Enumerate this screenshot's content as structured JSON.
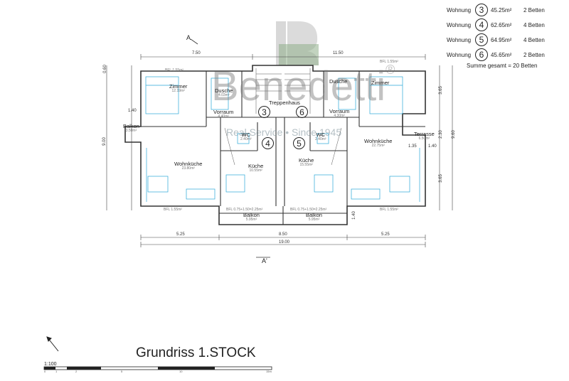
{
  "legend": [
    {
      "label": "Wohnung",
      "number": "3",
      "area": "45.25m²",
      "beds": "2 Betten"
    },
    {
      "label": "Wohnung",
      "number": "4",
      "area": "62.65m²",
      "beds": "4 Betten"
    },
    {
      "label": "Wohnung",
      "number": "5",
      "area": "64.95m²",
      "beds": "4 Betten"
    },
    {
      "label": "Wohnung",
      "number": "6",
      "area": "45.65m²",
      "beds": "2 Betten"
    }
  ],
  "legend_total": "Summe gesamt = 20 Betten",
  "watermark": {
    "brand": "Benedetti",
    "registered": "®",
    "tagline": "Real Service • Since 1945"
  },
  "rooms": {
    "zimmer_left": {
      "name": "Zimmer",
      "area": "12.19m²"
    },
    "dusche_left": {
      "name": "Dusche",
      "area": "4.03m²"
    },
    "vorraum_left": {
      "name": "Vorraum",
      "area": "4.40m²"
    },
    "treppenhaus": {
      "name": "Treppenhaus"
    },
    "dusche_right": {
      "name": "Dusche"
    },
    "zimmer_right": {
      "name": "Zimmer"
    },
    "vorraum_right": {
      "name": "Vorraum",
      "area": "4.30m²"
    },
    "balkon_left": {
      "name": "Balkon",
      "area": "3.50m²"
    },
    "wc_left": {
      "name": "WC",
      "area": "2.40m²"
    },
    "wc_right": {
      "name": "WC",
      "area": "2.40m²"
    },
    "terrasse": {
      "name": "Terrasse",
      "area": "6.50m²"
    },
    "wohnkueche_left": {
      "name": "Wohnküche",
      "area": "23.80m²"
    },
    "kueche_left": {
      "name": "Küche",
      "area": "10.55m²"
    },
    "kueche_right": {
      "name": "Küche",
      "area": "15.55m²"
    },
    "wohnkueche_right": {
      "name": "Wohnküche",
      "area": "22.75m²"
    },
    "balkon_bottom_left": {
      "name": "Balkon",
      "area": "5.95m²"
    },
    "balkon_bottom_right": {
      "name": "Balkon",
      "area": "5.95m²"
    }
  },
  "unit_markers": [
    "3",
    "6",
    "4",
    "5"
  ],
  "dimensions": {
    "top_left": "7.50",
    "top_right": "11.50",
    "balkon_width": "1.40",
    "left_height": "9.00",
    "bottom_left": "5.25",
    "bottom_mid": "8.50",
    "bottom_right": "5.25",
    "bottom_total": "19.00",
    "terrasse_a": "1.35",
    "terrasse_b": "1.40",
    "right_h1": "3.65",
    "right_h2": "2.30",
    "right_h3": "3.65",
    "right_total": "9.60",
    "left_top": "0.60",
    "balkon_depth": "1.40"
  },
  "small_notes": {
    "bfl_top_left": "BFL 1.55m²",
    "bfl_top_right": "BFL 1.55m²",
    "bfl_bottom_left": "BFL 1.55m²",
    "bfl_bottom_right": "BFL 1.55m²",
    "bfl_balkon_left": "BFL 0.75+1.50=2.25m²",
    "bfl_balkon_right": "BFL 0.75+1.50=2.25m²"
  },
  "section_marks": {
    "top": "A",
    "bottom": "A'"
  },
  "title": "Grundriss 1.STOCK",
  "scale": {
    "label": "1:100",
    "ticks": [
      "0",
      "1",
      "2",
      "5",
      "10",
      "15m"
    ]
  },
  "colors": {
    "line": "#333333",
    "furniture": "#29a8d8",
    "watermark_green": "#8fae8a"
  }
}
